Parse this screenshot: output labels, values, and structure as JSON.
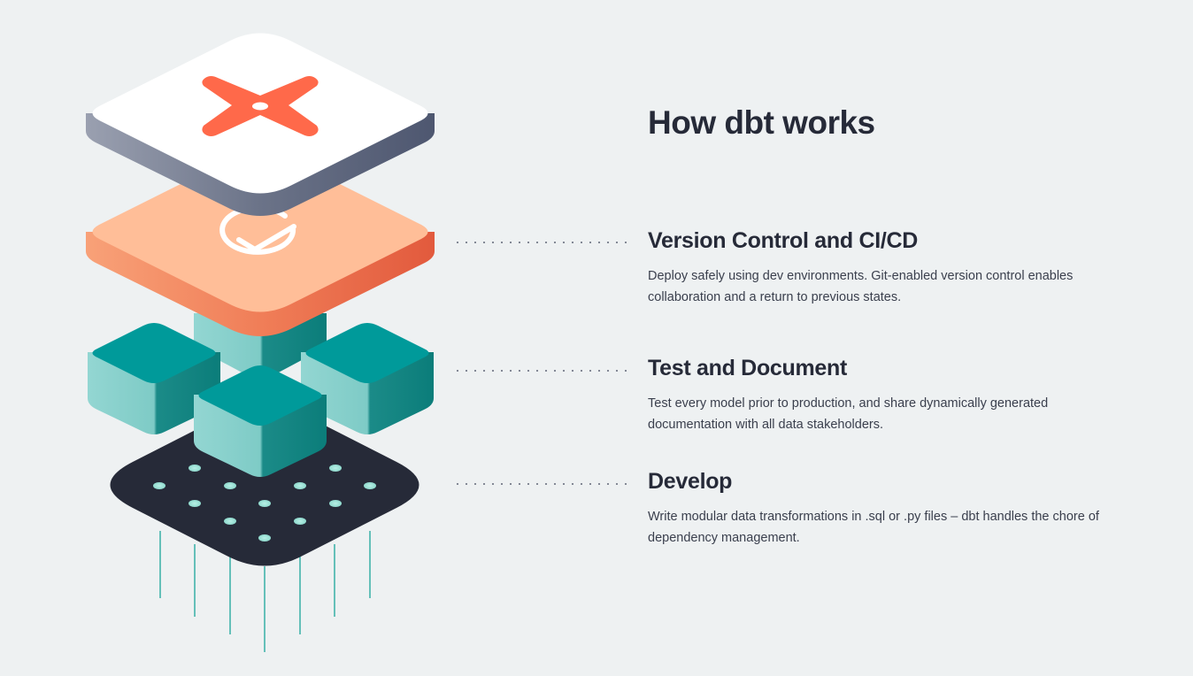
{
  "title": "How dbt works",
  "sections": [
    {
      "heading": "Version Control and CI/CD",
      "description": "Deploy safely using dev environments. Git-enabled version control enables collaboration and a return to previous states."
    },
    {
      "heading": "Test and Document",
      "description": "Test every model prior to production, and share dynamically generated documentation with all data stakeholders."
    },
    {
      "heading": "Develop",
      "description": "Write modular data transformations in .sql or .py files – dbt handles the chore of dependency management."
    }
  ],
  "colors": {
    "background": "#eef1f2",
    "heading": "#262a38",
    "dbt_orange": "#ff694a",
    "peach_layer": "#ffbe98",
    "teal": "#009a9a",
    "teal_light": "#93d6d2",
    "dark_base": "#262a38"
  },
  "icons": [
    "dbt-logo-icon",
    "check-circle-icon"
  ]
}
